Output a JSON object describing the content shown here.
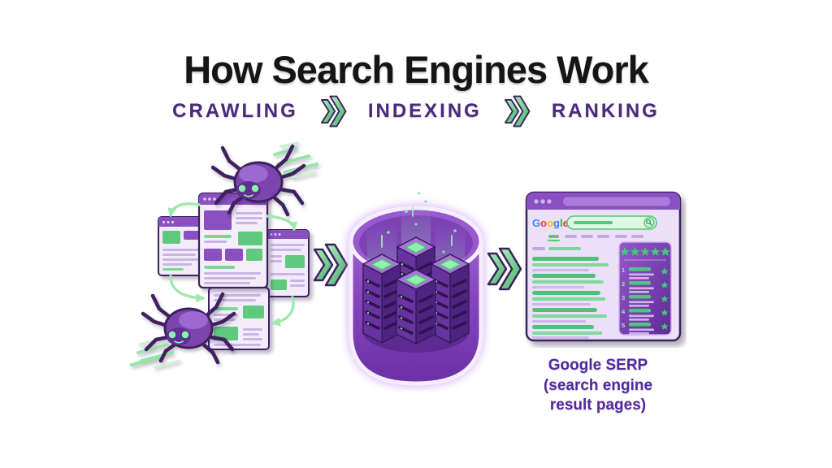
{
  "title": "How Search Engines Work",
  "stages": {
    "crawling": "CRAWLING",
    "indexing": "INDEXING",
    "ranking": "RANKING"
  },
  "serp": {
    "logo_letters": [
      "G",
      "o",
      "o",
      "g",
      "l",
      "e"
    ],
    "rank_numbers": [
      "1",
      "2",
      "3",
      "4",
      "5"
    ]
  },
  "caption": {
    "line1": "Google SERP",
    "line2": "(search engine",
    "line3": "result pages)"
  },
  "icons": {
    "flow_arrow": "double-chevron-right-icon",
    "crawler": "spider-bot-icon",
    "index_store": "database-servers-icon",
    "serp_window": "browser-window-icon",
    "rating": "star-icon",
    "search": "magnifier-icon"
  },
  "colors": {
    "title": "#151515",
    "stage_label": "#4a2a7c",
    "accent_green": "#56c77c",
    "accent_purple": "#8a4fc0",
    "caption": "#532a9e",
    "google": [
      "#4285F4",
      "#EA4335",
      "#FBBC05",
      "#4285F4",
      "#34A853",
      "#EA4335"
    ]
  }
}
